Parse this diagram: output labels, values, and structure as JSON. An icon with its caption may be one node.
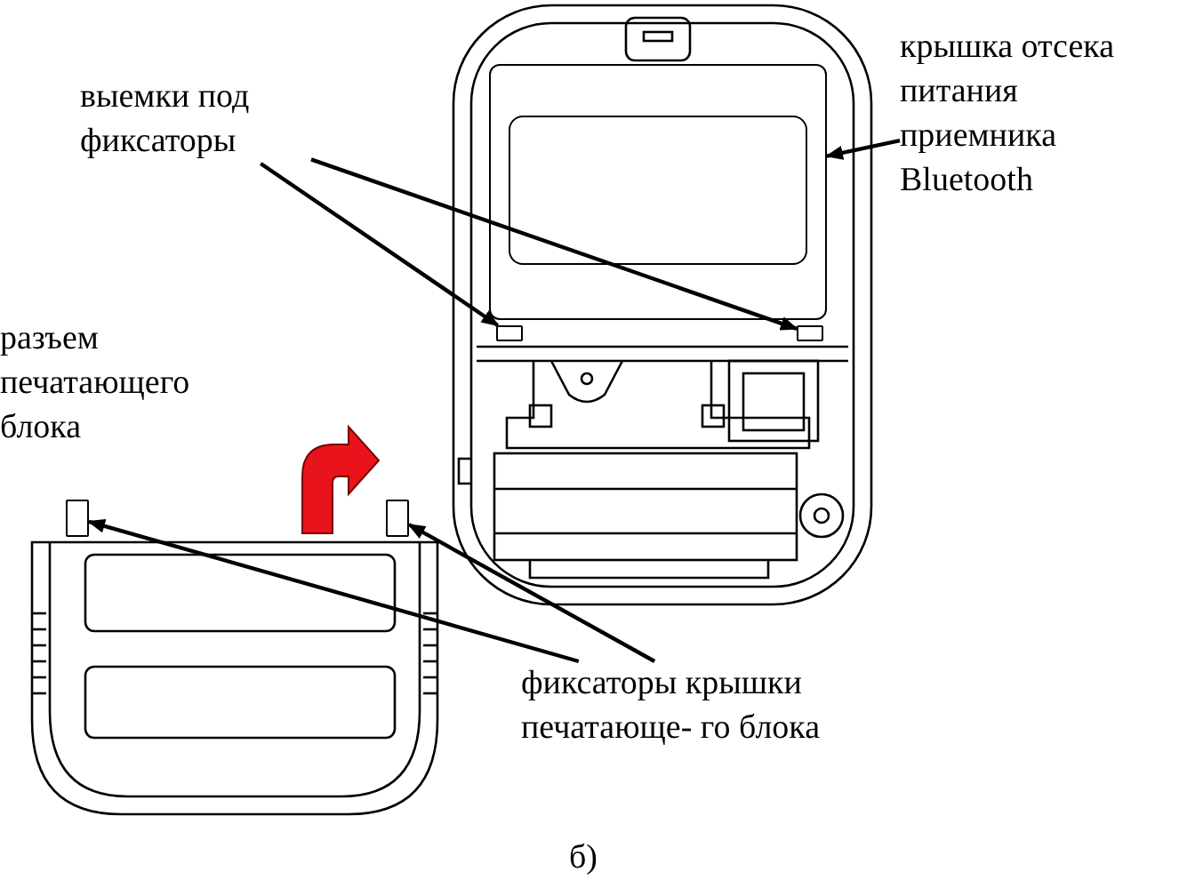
{
  "diagram": {
    "caption": "б)",
    "nodes": [
      {
        "text": [
          "выемки под фиксаторы"
        ]
      },
      {
        "text": [],
        "shape": "box"
      },
      {
        "text": [],
        "shape": "box"
      },
      {
        "text": [
          "крышка отсека питания приемника Bluetooth"
        ]
      },
      {
        "text": [],
        "shape": "box"
      },
      {
        "text": [
          "фиксаторы крышки печатающе- го блока"
        ]
      },
      {
        "text": [],
        "shape": "box"
      },
      {
        "text": [],
        "shape": "box"
      }
    ],
    "edges": [
      {
        "from": 0,
        "to": 1,
        "arrow": "to"
      },
      {
        "from": 0,
        "to": 2,
        "arrow": "to"
      },
      {
        "from": 3,
        "to": 4,
        "arrow": "to"
      },
      {
        "from": 5,
        "to": 6,
        "arrow": "to"
      },
      {
        "from": 5,
        "to": 7,
        "arrow": "to"
      }
    ],
    "labels": [
      "разъем печатающего блока"
    ]
  }
}
